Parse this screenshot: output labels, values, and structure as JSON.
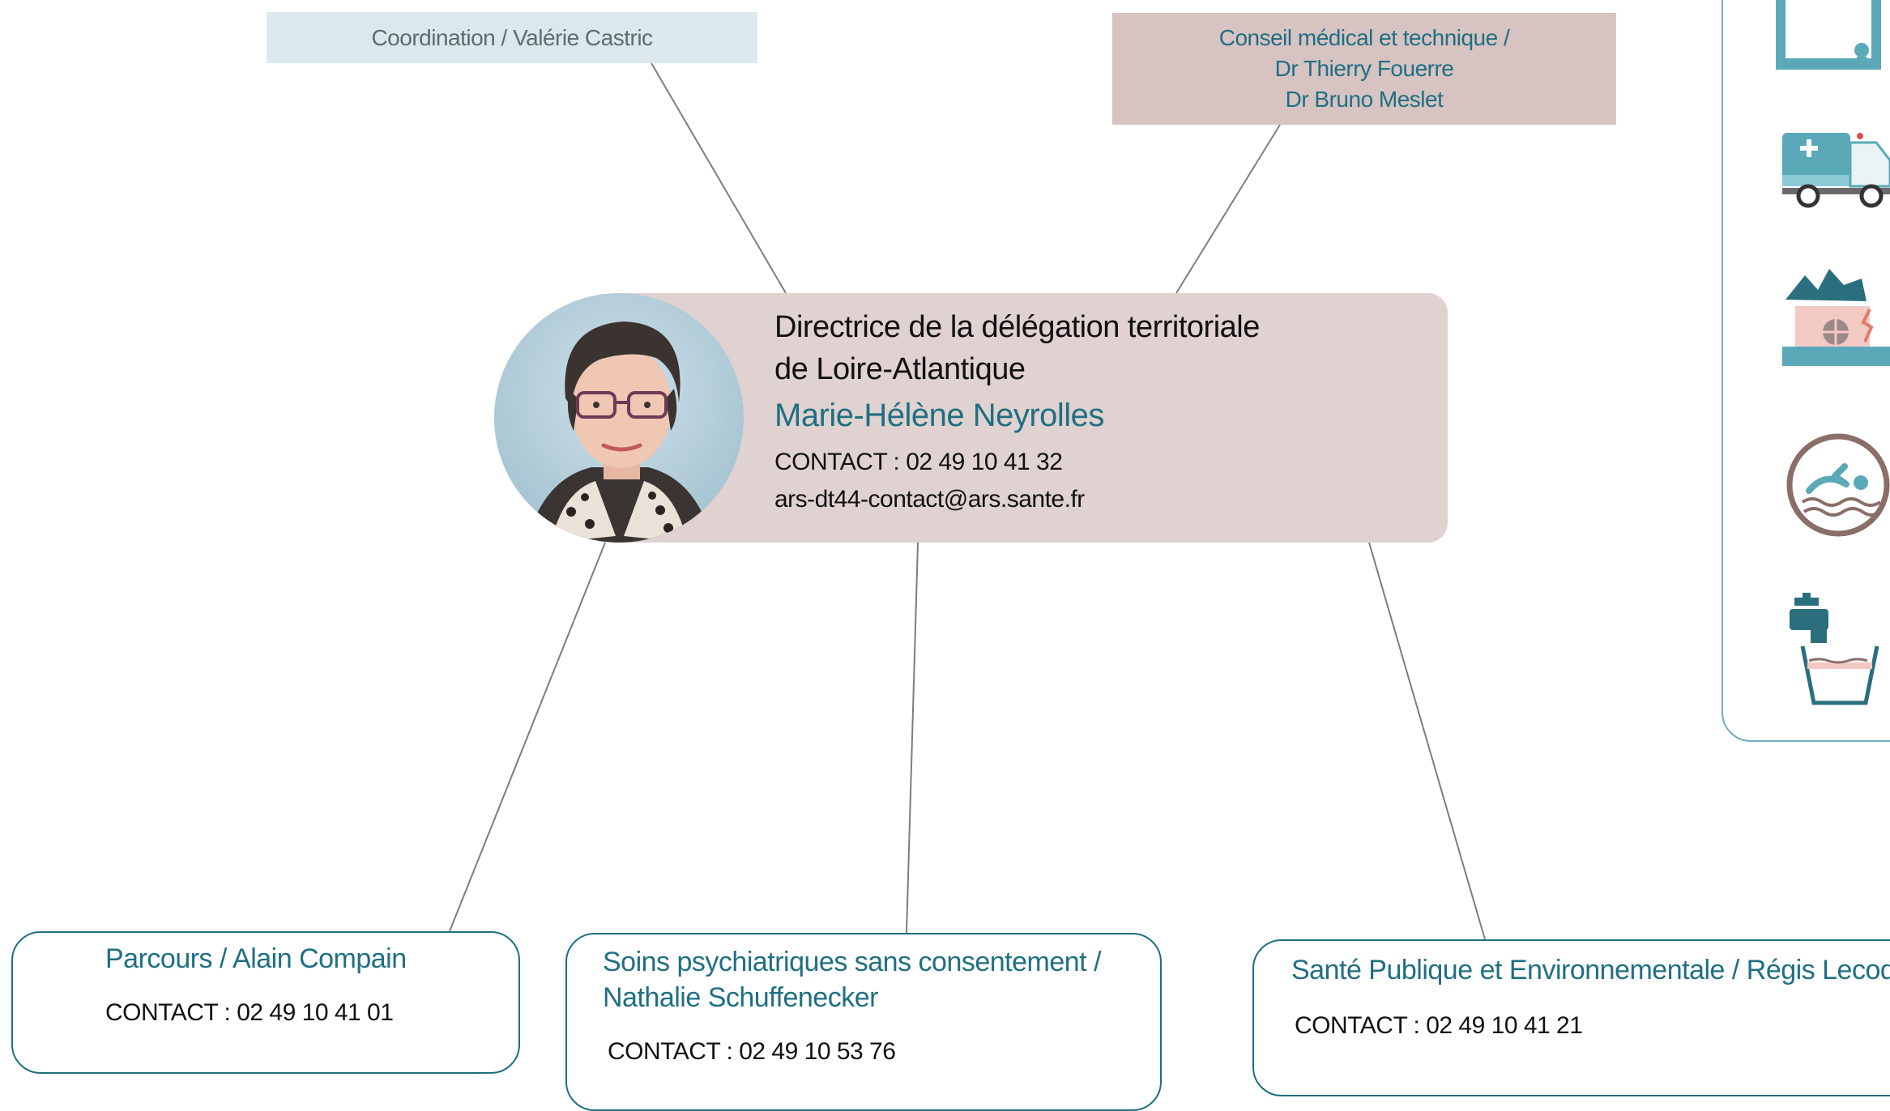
{
  "coordination": {
    "label": "Coordination / Valérie Castric"
  },
  "conseil": {
    "lines": [
      "Conseil médical et technique /",
      "Dr Thierry Fouerre",
      "Dr Bruno Meslet"
    ]
  },
  "director": {
    "role_line1": "Directrice de la délégation territoriale",
    "role_line2": "de Loire-Atlantique",
    "name": "Marie-Hélène Neyrolles",
    "contact": "CONTACT :  02 49 10 41 32",
    "email": "ars-dt44-contact@ars.sante.fr"
  },
  "units": {
    "parcours": {
      "title": "Parcours /  Alain Compain",
      "contact": "CONTACT :  02 49 10 41 01"
    },
    "soins": {
      "title_line1": "Soins psychiatriques sans consentement /",
      "title_line2": "Nathalie Schuffenecker",
      "contact": "CONTACT :  02 49 10 53 76"
    },
    "sante": {
      "title": "Santé Publique et Environnementale / Régis Lecoq",
      "contact": "CONTACT :  02 49 10 41 21"
    }
  },
  "icons": [
    "certificate-icon",
    "ambulance-icon",
    "disaster-house-icon",
    "swimming-icon",
    "water-tap-icon"
  ],
  "colors": {
    "accent": "#1f6f82",
    "coord_bg": "#dbe9ee",
    "conseil_bg": "#d6c3c2",
    "director_bg": "#e0d2d0",
    "icon_teal": "#5ba9b8",
    "icon_brown": "#8a6e68"
  }
}
